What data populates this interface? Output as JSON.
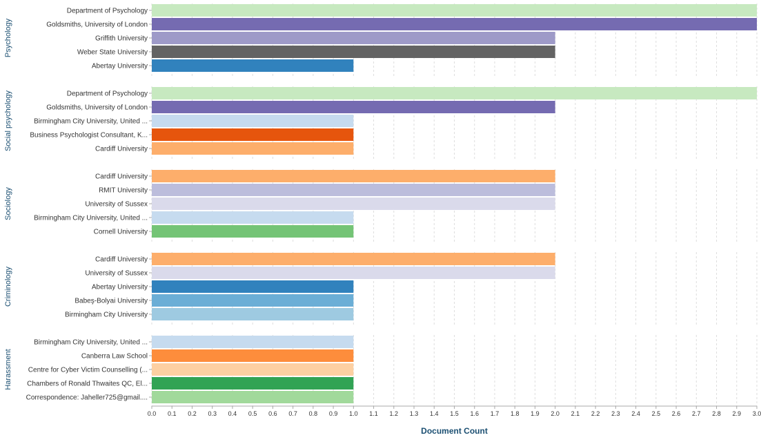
{
  "chart_data": {
    "type": "bar",
    "orientation": "horizontal",
    "xlabel": "Document Count",
    "xlim": [
      0,
      3.0
    ],
    "x_ticks": [
      "0.0",
      "0.1",
      "0.2",
      "0.3",
      "0.4",
      "0.5",
      "0.6",
      "0.7",
      "0.8",
      "0.9",
      "1.0",
      "1.1",
      "1.2",
      "1.3",
      "1.4",
      "1.5",
      "1.6",
      "1.7",
      "1.8",
      "1.9",
      "2.0",
      "2.1",
      "2.2",
      "2.3",
      "2.4",
      "2.5",
      "2.6",
      "2.7",
      "2.8",
      "2.9",
      "3.0"
    ],
    "grid": true,
    "groups": [
      {
        "name": "Psychology",
        "bars": [
          {
            "label": "Department of Psychology",
            "value": 3,
            "color": "#c7e9c0"
          },
          {
            "label": "Goldsmiths, University of London",
            "value": 3,
            "color": "#756bb1"
          },
          {
            "label": "Griffith University",
            "value": 2,
            "color": "#9e9ac8"
          },
          {
            "label": "Weber State University",
            "value": 2,
            "color": "#636363"
          },
          {
            "label": "Abertay University",
            "value": 1,
            "color": "#3182bd"
          }
        ]
      },
      {
        "name": "Social psychology",
        "bars": [
          {
            "label": "Department of Psychology",
            "value": 3,
            "color": "#c7e9c0"
          },
          {
            "label": "Goldsmiths, University of London",
            "value": 2,
            "color": "#756bb1"
          },
          {
            "label": "Birmingham City University, United ...",
            "value": 1,
            "color": "#c6dbef"
          },
          {
            "label": "Business Psychologist Consultant, K...",
            "value": 1,
            "color": "#e6550d"
          },
          {
            "label": "Cardiff University",
            "value": 1,
            "color": "#fdae6b"
          }
        ]
      },
      {
        "name": "Sociology",
        "bars": [
          {
            "label": "Cardiff University",
            "value": 2,
            "color": "#fdae6b"
          },
          {
            "label": "RMIT University",
            "value": 2,
            "color": "#bcbddc"
          },
          {
            "label": "University of Sussex",
            "value": 2,
            "color": "#dadaeb"
          },
          {
            "label": "Birmingham City University, United ...",
            "value": 1,
            "color": "#c6dbef"
          },
          {
            "label": "Cornell University",
            "value": 1,
            "color": "#74c476"
          }
        ]
      },
      {
        "name": "Criminology",
        "bars": [
          {
            "label": "Cardiff University",
            "value": 2,
            "color": "#fdae6b"
          },
          {
            "label": "University of Sussex",
            "value": 2,
            "color": "#dadaeb"
          },
          {
            "label": "Abertay University",
            "value": 1,
            "color": "#3182bd"
          },
          {
            "label": "Babeş-Bolyai University",
            "value": 1,
            "color": "#6baed6"
          },
          {
            "label": "Birmingham City University",
            "value": 1,
            "color": "#9ecae1"
          }
        ]
      },
      {
        "name": "Harassment",
        "bars": [
          {
            "label": "Birmingham City University, United ...",
            "value": 1,
            "color": "#c6dbef"
          },
          {
            "label": "Canberra Law School",
            "value": 1,
            "color": "#fd8d3c"
          },
          {
            "label": "Centre for Cyber Victim Counselling (...",
            "value": 1,
            "color": "#fdd0a2"
          },
          {
            "label": "Chambers of Ronald Thwaites QC, El...",
            "value": 1,
            "color": "#31a354"
          },
          {
            "label": "Correspondence: Jaheller725@gmail....",
            "value": 1,
            "color": "#a1d99b"
          }
        ]
      }
    ]
  }
}
